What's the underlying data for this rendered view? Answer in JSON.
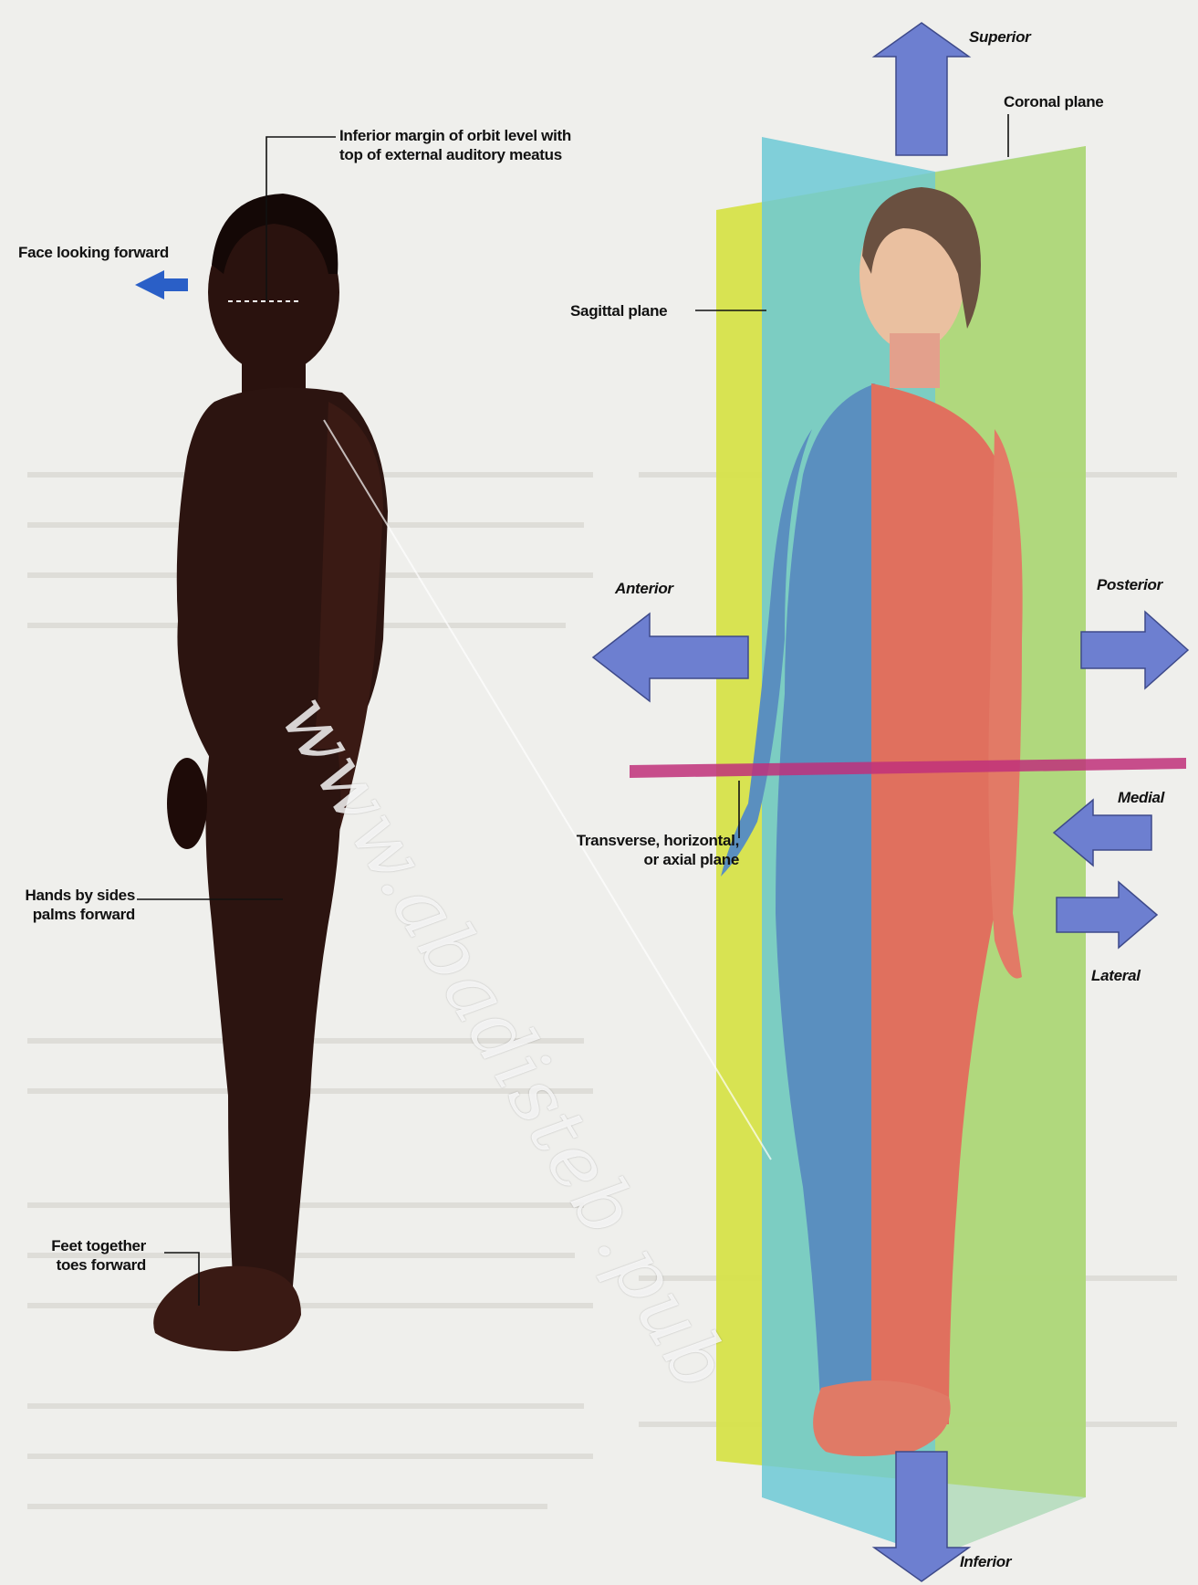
{
  "colors": {
    "background": "#efefec",
    "arrow_blue": "#6d7fd0",
    "sagittal_plane": "#d6e24a",
    "coronal_plane": "#6cc9d6",
    "transverse_plane": "#c0307a",
    "male_skin": "#2c1410",
    "female_skin": "#e0705e"
  },
  "left_figure": {
    "labels": {
      "orbit_line1": "Inferior margin of orbit level with",
      "orbit_line2": "top of external auditory meatus",
      "face": "Face looking forward",
      "hands_line1": "Hands by sides",
      "hands_line2": "palms forward",
      "feet_line1": "Feet together",
      "feet_line2": "toes forward"
    }
  },
  "right_figure": {
    "labels": {
      "superior": "Superior",
      "coronal": "Coronal plane",
      "sagittal": "Sagittal plane",
      "anterior": "Anterior",
      "posterior": "Posterior",
      "medial": "Medial",
      "lateral": "Lateral",
      "transverse_line1": "Transverse, horizontal,",
      "transverse_line2": "or axial plane",
      "inferior": "Inferior"
    }
  },
  "watermark": "www.abadisteb.pub"
}
